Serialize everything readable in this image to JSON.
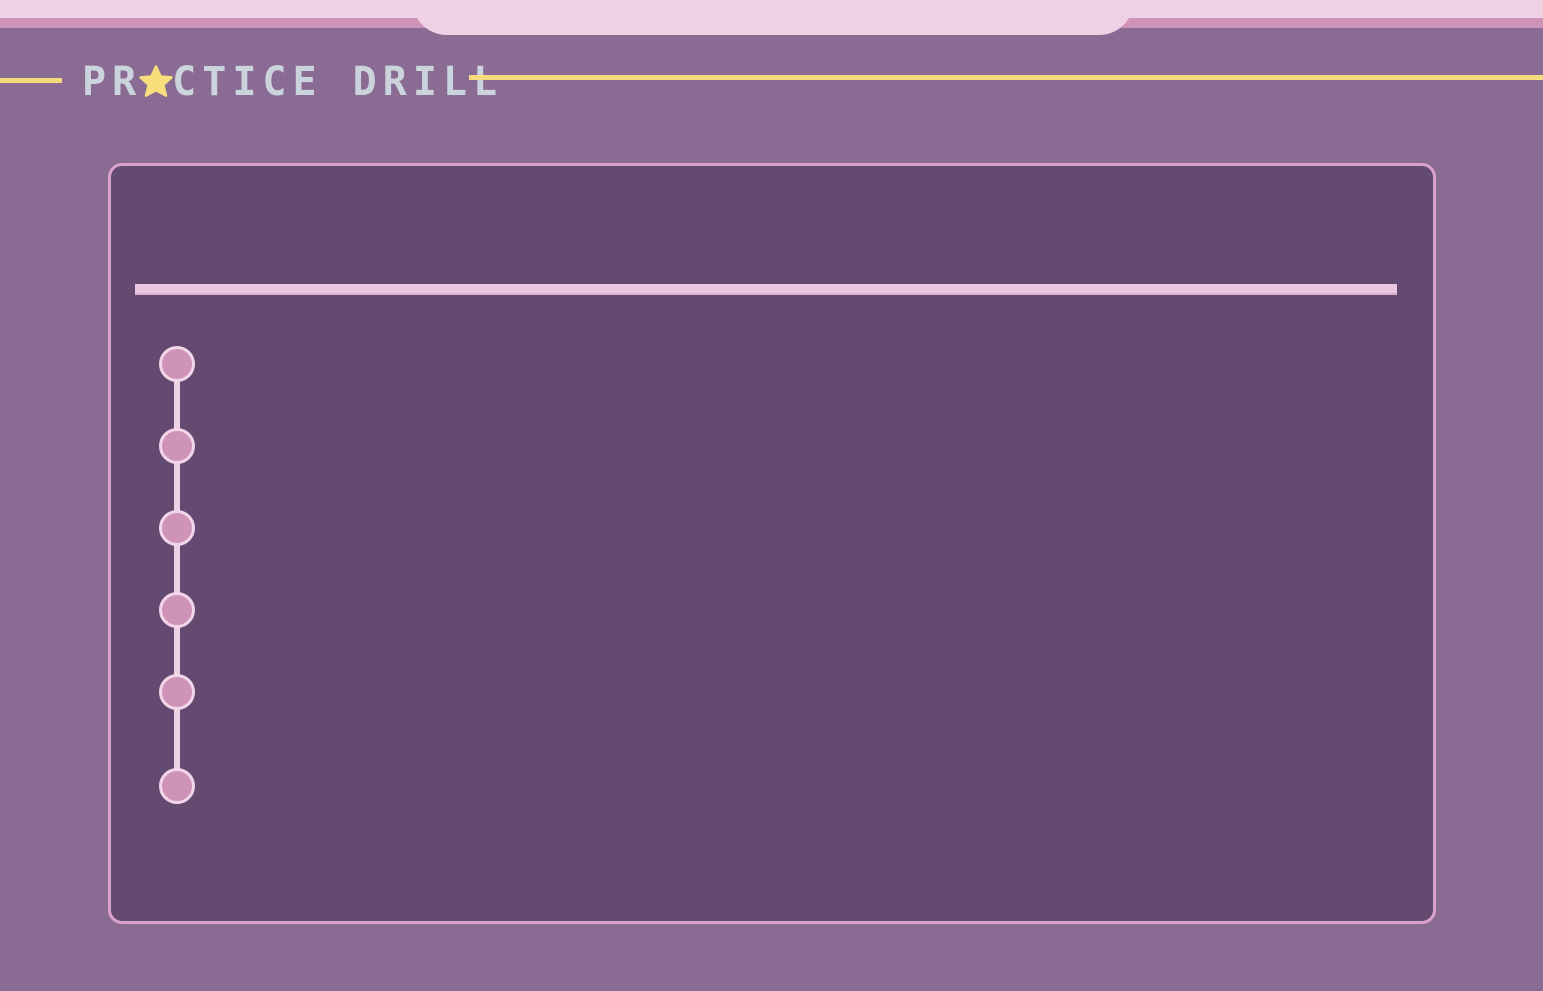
{
  "title": {
    "before_star": "PR",
    "after_star": "CTICE DRILL",
    "star_icon": "star-icon"
  },
  "colors": {
    "background": "#8a6b94",
    "panel": "#644a70",
    "panel_border": "#dca2cc",
    "accent_line": "#f5da7e",
    "title_text": "#cbd4dc",
    "node_fill": "#cf93b8",
    "node_ring": "#f3d6ea",
    "top_bar": "#f0d0e4"
  },
  "level_nodes": [
    {
      "id": "node-1"
    },
    {
      "id": "node-2"
    },
    {
      "id": "node-3"
    },
    {
      "id": "node-4"
    },
    {
      "id": "node-5"
    },
    {
      "id": "node-6"
    }
  ]
}
